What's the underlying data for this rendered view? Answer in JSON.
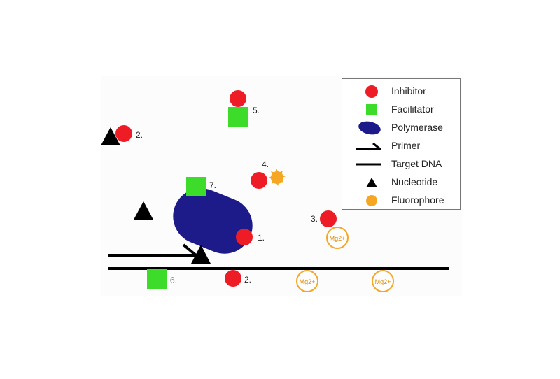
{
  "legend": {
    "items": [
      {
        "label": "Inhibitor",
        "icon": "red-circle-icon"
      },
      {
        "label": "Facilitator",
        "icon": "green-square-icon"
      },
      {
        "label": "Polymerase",
        "icon": "navy-ellipse-icon"
      },
      {
        "label": "Primer",
        "icon": "hook-arrow-icon"
      },
      {
        "label": "Target DNA",
        "icon": "line-icon"
      },
      {
        "label": "Nucleotide",
        "icon": "black-triangle-icon"
      },
      {
        "label": "Fluorophore",
        "icon": "orange-circle-icon"
      }
    ]
  },
  "site_labels": {
    "l1": "1.",
    "l2a": "2.",
    "l2b": "2.",
    "l3": "3.",
    "l4": "4.",
    "l5": "5.",
    "l6": "6.",
    "l7": "7."
  },
  "ions": [
    "Mg2+",
    "Mg2+",
    "Mg2+"
  ],
  "colors": {
    "inhibitor": "#ee1c25",
    "facilitator": "#3ddc2a",
    "polymerase": "#1d1a8a",
    "nucleotide": "#000000",
    "fluorophore": "#f5a623",
    "ion_ring": "#f5a623"
  }
}
